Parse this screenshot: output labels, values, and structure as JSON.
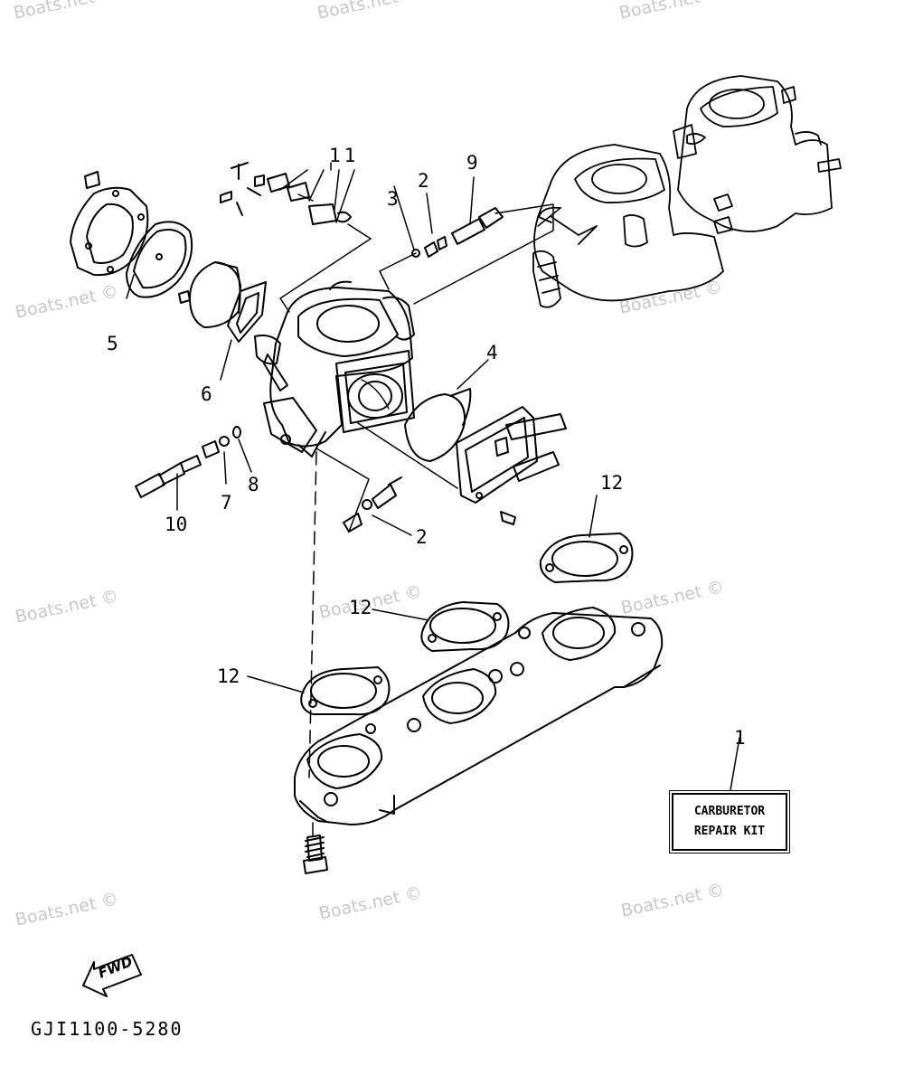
{
  "watermark": "Boats.net ©",
  "callouts": {
    "c1": "1",
    "c2a": "2",
    "c2b": "2",
    "c3": "3",
    "c4": "4",
    "c5": "5",
    "c6": "6",
    "c7": "7",
    "c8": "8",
    "c9": "9",
    "c10": "10",
    "c11": "11",
    "c12a": "12",
    "c12b": "12",
    "c12c": "12"
  },
  "repair_kit": {
    "line1": "CARBURETOR",
    "line2": "REPAIR KIT"
  },
  "fwd_label": "FWD",
  "diagram_code": "GJI1100-5280"
}
